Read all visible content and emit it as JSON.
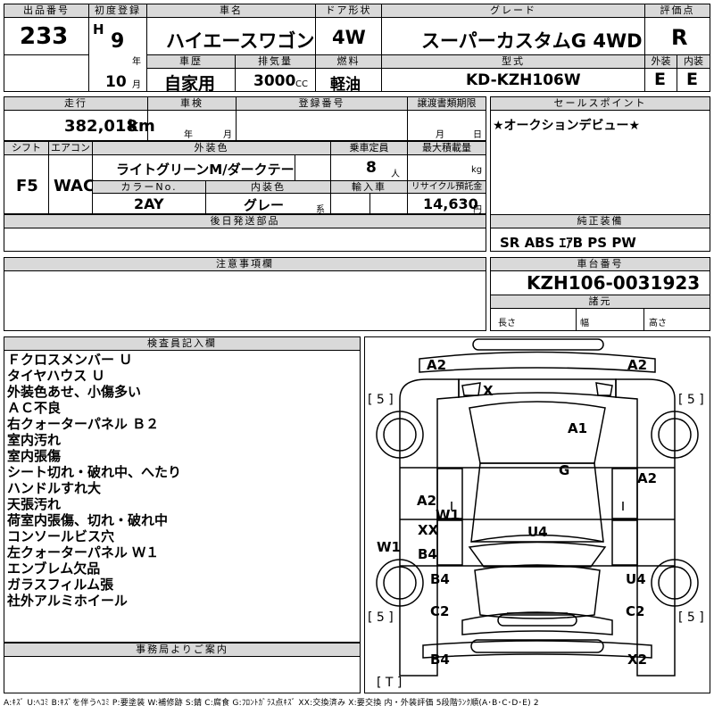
{
  "header": {
    "lot_no_label": "出品番号",
    "lot_no": "233",
    "first_reg_label": "初度登録",
    "era": "H",
    "year": "9",
    "year_unit": "年",
    "month": "10",
    "month_unit": "月",
    "car_name_label": "車名",
    "car_name": "ハイエースワゴン",
    "door_label": "ドア形状",
    "door": "4W",
    "grade_label": "グレード",
    "grade": "スーパーカスタムG 4WD",
    "score_label": "評価点",
    "score": "R",
    "history_label": "車歴",
    "history": "自家用",
    "displacement_label": "排気量",
    "displacement": "3000",
    "displacement_unit": "CC",
    "fuel_label": "燃料",
    "fuel": "軽油",
    "model_label": "型式",
    "model": "KD-KZH106W",
    "ext_label": "外装",
    "ext": "E",
    "int_label": "内装",
    "int": "E"
  },
  "row2": {
    "mileage_label": "走行",
    "mileage": "382,018",
    "mileage_unit": "km",
    "inspection_label": "車検",
    "insp_year_unit": "年",
    "insp_month_unit": "月",
    "reg_no_label": "登録番号",
    "transfer_label": "譲渡書類期限",
    "transfer_month_unit": "月",
    "transfer_day_unit": "日",
    "shift_label": "シフト",
    "shift": "F5",
    "ac_label": "エアコン",
    "ac": "WAC",
    "color_label": "外装色",
    "color": "ライトグリーンM/ダークテー",
    "capacity_label": "乗車定員",
    "capacity": "8",
    "capacity_unit": "人",
    "load_label": "最大積載量",
    "load_unit": "kg",
    "color_no_label": "カラーNo.",
    "color_no": "2AY",
    "interior_label": "内装色",
    "interior": "グレー",
    "interior_unit": "系",
    "import_label": "輸入車",
    "recycle_label": "リサイクル預託金",
    "recycle": "14,630",
    "recycle_unit": "円"
  },
  "sales_point": {
    "label": "セールスポイント",
    "text": "★オークションデビュー★"
  },
  "later_parts": {
    "label": "後日発送部品"
  },
  "equipment": {
    "label": "純正装備",
    "text": "SR ABS ｴｱB PS PW"
  },
  "notes": {
    "label": "注意事項欄"
  },
  "chassis": {
    "label": "車台番号",
    "number": "KZH106-0031923"
  },
  "dims": {
    "label": "諸元",
    "length": "長さ",
    "width": "幅",
    "height": "高さ"
  },
  "inspector": {
    "label": "検査員記入欄",
    "remarks": [
      "Ｆクロスメンバー Ｕ",
      "タイヤハウス Ｕ",
      "外装色あせ、小傷多い",
      "ＡＣ不良",
      "右クォーターパネル Ｂ２",
      "室内汚れ",
      "室内張傷",
      "シート切れ・破れ中、へたり",
      "ハンドルすれ大",
      "天張汚れ",
      "荷室内張傷、切れ・破れ中",
      "コンソールビス穴",
      "左クォーターパネル Ｗ１",
      "エンブレム欠品",
      "ガラスフィルム張",
      "社外アルミホイール"
    ]
  },
  "office": {
    "label": "事務局よりご案内"
  },
  "diagram": {
    "marks": {
      "front_left": "A2",
      "front_right": "A2",
      "windshield": "X",
      "hood": "A1",
      "roof": "G",
      "left_side_upper": "A2",
      "left_w1": "W1",
      "left_xx": "XX",
      "left_b4": "B4",
      "left_far": "W1",
      "right_side": "A2",
      "floor": "U4",
      "rear_left_b4": "B4",
      "rear_left_c2": "C2",
      "rear_right_u4": "U4",
      "rear_right_c2": "C2",
      "rear_bottom_left": "B4",
      "rear_bottom_right": "X2"
    },
    "tire_tl": "[ 5 ]",
    "tire_tr": "[ 5 ]",
    "tire_bl": "[ 5 ]",
    "tire_br": "[ 5 ]",
    "spare": "[ T ]"
  },
  "legend": "A:ｷｽﾞ U:ﾍｺﾐ B:ｷｽﾞを伴うﾍｺﾐ P:要塗装 W:補修跡 S:錆 C:腐食 G:ﾌﾛﾝﾄｶﾞﾗｽ点ｷｽﾞ XX:交換済み X:要交換 内・外装評価 5段階ﾗﾝｸ順(A･B･C･D･E) 2"
}
